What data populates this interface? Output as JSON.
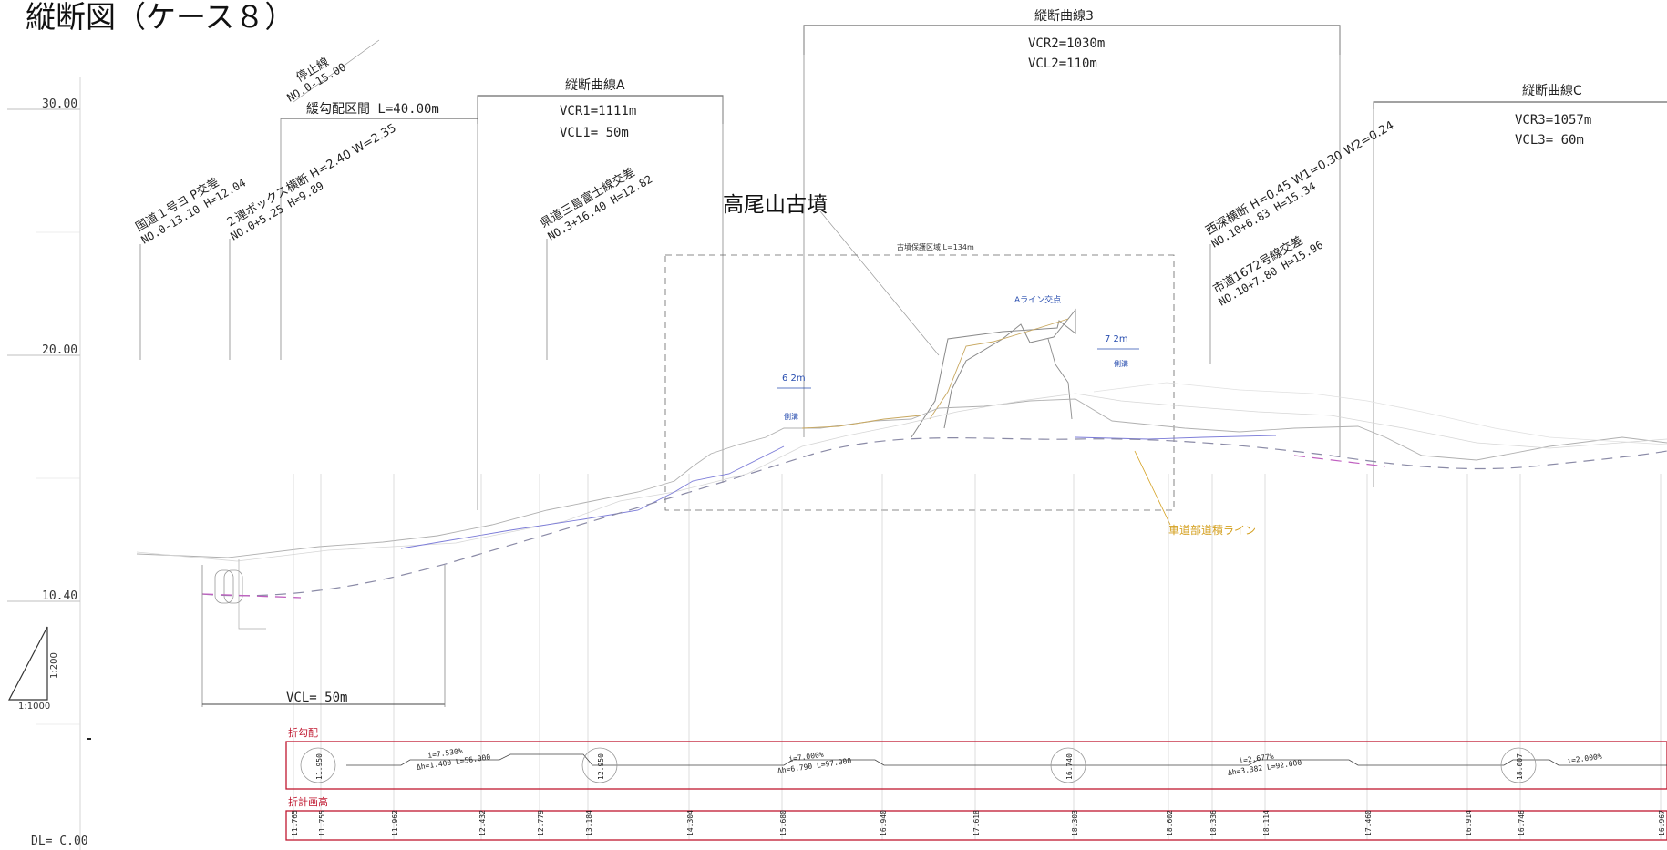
{
  "title": "縦断図（ケース８）",
  "elevations": {
    "e30": "30.00",
    "e20": "20.00",
    "e10": "10.40",
    "dl": "DL= C.00"
  },
  "scale": {
    "vertical": "1:200",
    "horizontal": "1:1000"
  },
  "curves": {
    "a": {
      "name": "縦断曲線A",
      "vcr": "VCR1=1111m",
      "vcl": "VCL1=  50m"
    },
    "b": {
      "name": "縦断曲線3",
      "vcr": "VCR2=1030m",
      "vcl": "VCL2=110m"
    },
    "c": {
      "name": "縦断曲線C",
      "vcr": "VCR3=1057m",
      "vcl": "VCL3=  60m"
    }
  },
  "section": {
    "slope": "緩勾配区間 L=40.00m",
    "vcl_bottom": "VCL= 50m"
  },
  "labels": {
    "stopline": "停止線",
    "stopline_no": "NO.0-15.00",
    "kokudo": "国道１号ヨ  P交差",
    "kokudo_no": "NO.0-13.10  H=12.04",
    "box": "２連ボックス横断  H=2.40 W=2.35",
    "box_no": "NO.0+5.25 H=9.89",
    "kendo": "県道三島富士線交差",
    "kendo_no": "NO.3+16.40  H=12.82",
    "kofun": "高尾山古墳",
    "protect": "古墳保護区域  L=134m",
    "a_point": "Aライン交点",
    "dim1": "6  2m",
    "dim2": "7  2m",
    "mark1": "側溝",
    "mark2": "側溝",
    "water": "西深横断  H=0.45 W1=0.30 W2=0.24",
    "water_no": "NO.10+6.83 H=15.34",
    "shido": "市道1672号線交差",
    "shido_no": "NO.10+7.80 H=15.96",
    "roadline": "車道部道積ライン"
  },
  "table": {
    "grade_label": "折勾配",
    "height_label": "折計画高",
    "vip": [
      "11.950",
      "12.950",
      "16.740",
      "18.007"
    ],
    "grades": [
      [
        "i=7.530%",
        "Δh=1.400 L=56.000"
      ],
      [
        "i=7.000%",
        "Δh=6.790 L=97.000"
      ],
      [
        "i=2.677%",
        "Δh=3.382 L=92.000"
      ],
      [
        "i=2.000%",
        ""
      ]
    ],
    "heights": [
      "11.765",
      "11.755",
      "11.962",
      "12.432",
      "12.779",
      "13.184",
      "14.304",
      "15.680",
      "16.940",
      "17.618",
      "18.303",
      "18.602",
      "18.336",
      "18.114",
      "17.460",
      "16.914",
      "16.746",
      "16.967"
    ]
  }
}
